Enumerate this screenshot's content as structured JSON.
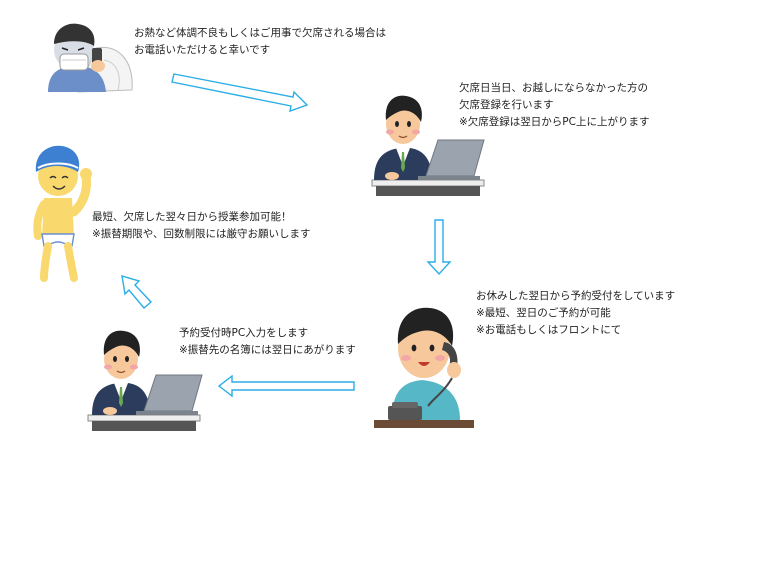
{
  "steps": [
    {
      "id": "sick-call",
      "lines": [
        "お熱など体調不良もしくはご用事で欠席される場合は",
        "お電話いただけると幸いです"
      ]
    },
    {
      "id": "absence-registration",
      "lines": [
        "欠席日当日、お越しにならなかった方の",
        "欠席登録を行います",
        "※欠席登録は翌日からPC上に上がります"
      ]
    },
    {
      "id": "reservation",
      "lines": [
        "お休みした翌日から予約受付をしています",
        "※最短、翌日のご予約が可能",
        "※お電話もしくはフロントにて"
      ]
    },
    {
      "id": "pc-input",
      "lines": [
        "予約受付時PC入力をします",
        "※振替先の名簿には翌日にあがります"
      ]
    },
    {
      "id": "attend",
      "lines": [
        "最短、欠席した翌々日から授業参加可能！",
        "※振替期限や、回数制限には厳守お願いします"
      ]
    }
  ],
  "colors": {
    "arrow": "#2aaee6",
    "suit": "#2c3c5c",
    "skin": "#f7c89c",
    "hair": "#222222",
    "desk": "#eeeeee",
    "laptop": "#9aa3ae"
  },
  "icons": [
    "sick-child-phone-icon",
    "staff-laptop-icon",
    "staff-phone-icon",
    "staff-laptop-icon",
    "swimmer-child-icon"
  ]
}
